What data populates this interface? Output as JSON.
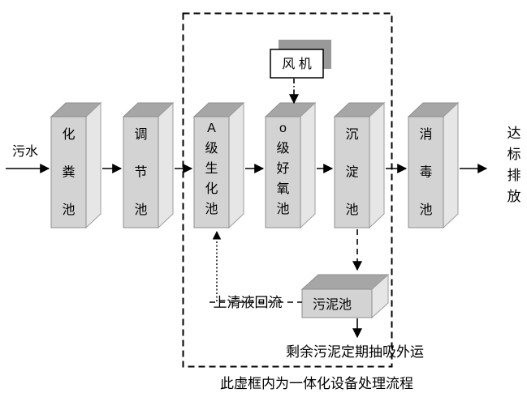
{
  "flow": {
    "influent": "污水",
    "effluent": "达标排放",
    "tanks": [
      {
        "label": "化粪池"
      },
      {
        "label": "调节池"
      },
      {
        "label": "A级生化池"
      },
      {
        "label": "o级好氧池"
      },
      {
        "label": "沉淀池"
      },
      {
        "label": "消毒池"
      }
    ],
    "fan": "风 机",
    "sludge_tank": "污泥池",
    "supernatant_return": "上清液回流",
    "sludge_removal": "剩余污泥定期抽吸外运",
    "caption": "此虚框内为一体化设备处理流程"
  },
  "colors": {
    "tank_front": "#d3d3d3",
    "tank_top": "#a6a6a6",
    "tank_side": "#e6e6e6",
    "tank_stroke": "#8f8f8f",
    "fan_shadow": "#999999",
    "line": "#000000",
    "background": "#ffffff"
  }
}
